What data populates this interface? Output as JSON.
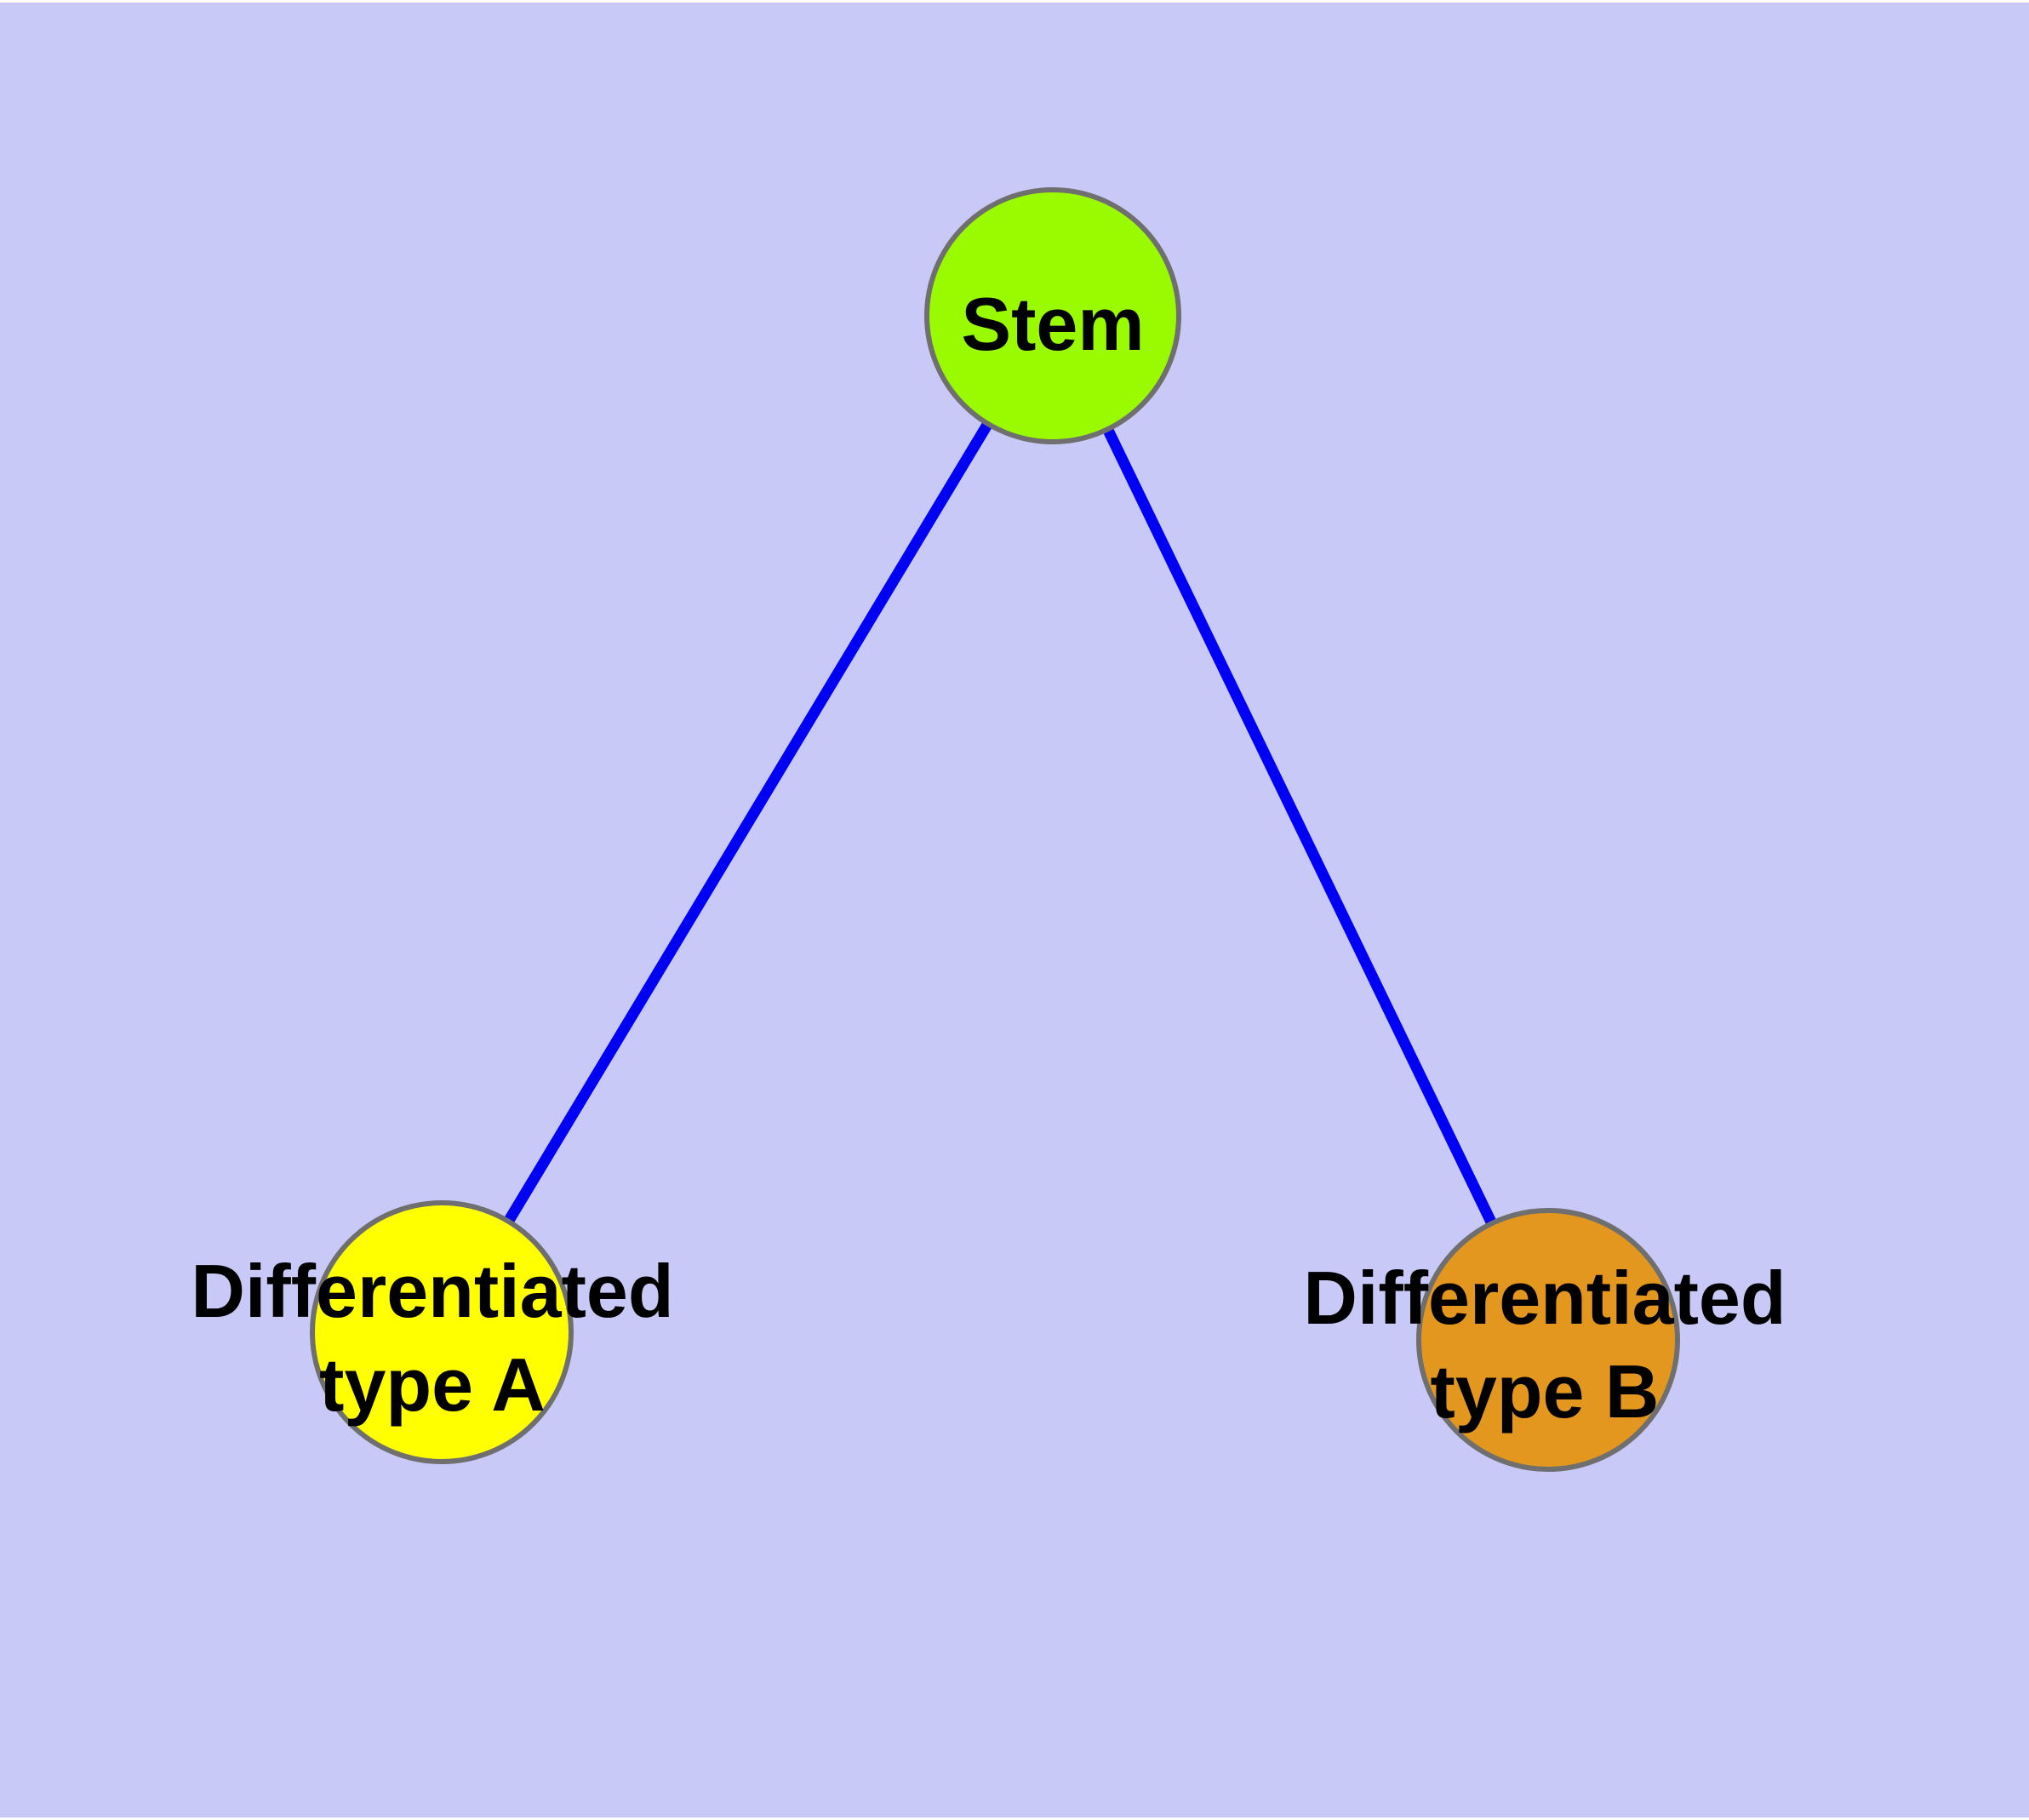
{
  "diagram": {
    "background_color": "#C9C9F7",
    "frame_color": "#FFFFFF",
    "edge_color": "#0000F5",
    "node_border_color": "#6F6F6F",
    "nodes": {
      "stem": {
        "label": "Stem",
        "fill": "#9AFA00"
      },
      "type_a": {
        "label_line1": "Differentiated",
        "label_line2": "type A",
        "fill": "#FFFF00"
      },
      "type_b": {
        "label_line1": "Differentiated",
        "label_line2": "type B",
        "fill": "#E3971E"
      }
    },
    "edges": [
      {
        "from": "Stem",
        "to": "Differentiated type A"
      },
      {
        "from": "Stem",
        "to": "Differentiated type B"
      }
    ]
  }
}
